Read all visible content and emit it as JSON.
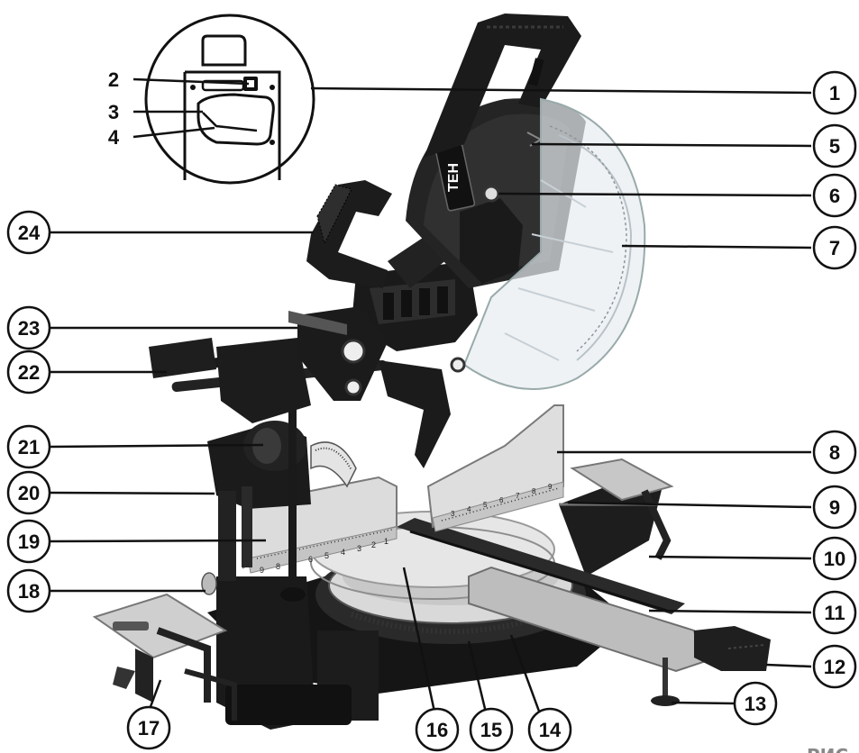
{
  "figure_label": "РИС",
  "brand_text": "TEH",
  "inset_callouts": [
    "2",
    "3",
    "4"
  ],
  "callouts": [
    "1",
    "5",
    "6",
    "7",
    "8",
    "9",
    "10",
    "11",
    "12",
    "13",
    "14",
    "15",
    "16",
    "17",
    "18",
    "19",
    "20",
    "21",
    "22",
    "23",
    "24"
  ],
  "fence_scale_left": [
    "9",
    "8",
    "7",
    "6",
    "5",
    "4",
    "3",
    "2",
    "1"
  ],
  "fence_scale_right": [
    "3",
    "4",
    "5",
    "6",
    "7",
    "8",
    "9"
  ]
}
